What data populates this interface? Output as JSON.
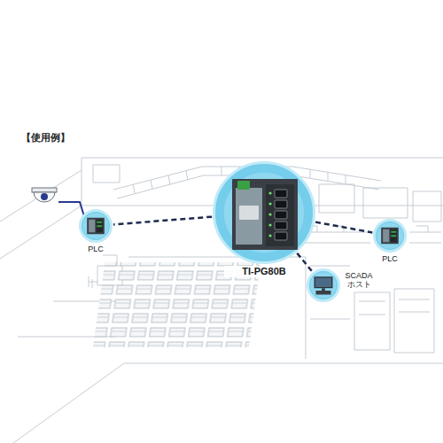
{
  "diagram": {
    "title": "【使用例】",
    "nodes": [
      {
        "text": [
          "TI-PG80B"
        ]
      },
      {
        "text": [
          "PLC"
        ]
      },
      {
        "text": [
          "PLC"
        ]
      },
      {
        "text": [
          "SCADA ホスト"
        ]
      }
    ],
    "edges": [
      {
        "from": 0,
        "to": 1,
        "arrow": "none"
      },
      {
        "from": 0,
        "to": 2,
        "arrow": "none"
      },
      {
        "from": 0,
        "to": 3,
        "arrow": "none"
      }
    ]
  }
}
